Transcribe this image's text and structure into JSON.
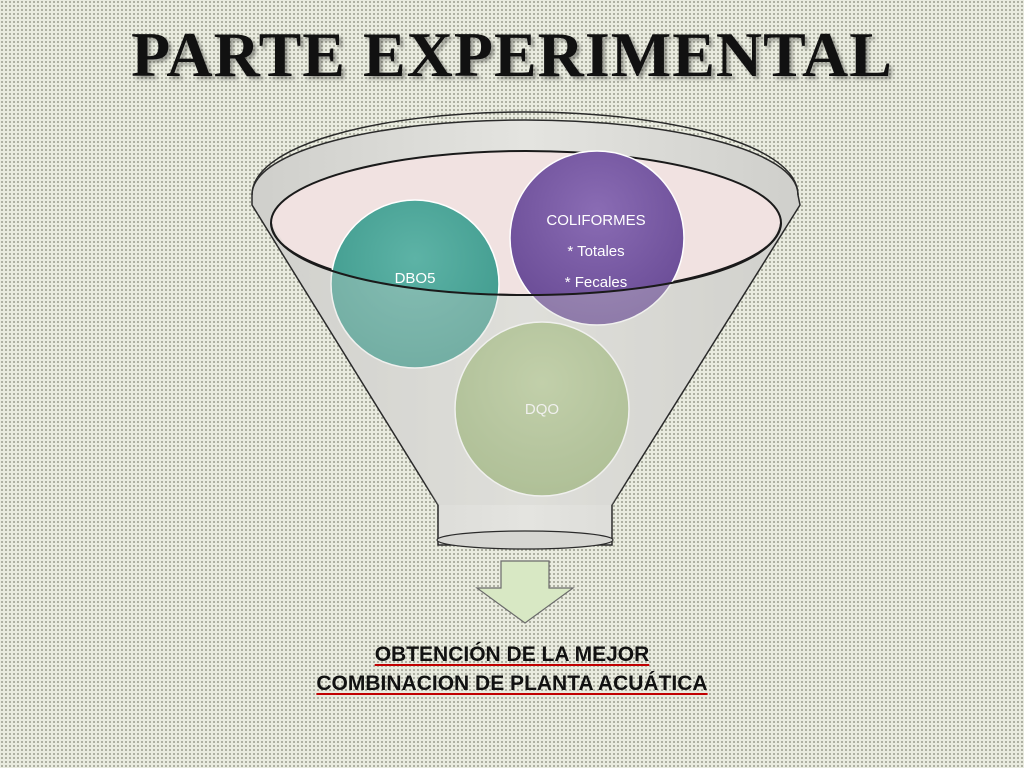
{
  "title": "PARTE EXPERIMENTAL",
  "circles": {
    "dbo5": {
      "label": "DBO5",
      "color": "#4fa89c"
    },
    "coliformes": {
      "label": "COLIFORMES",
      "line2": "* Totales",
      "line3": "* Fecales",
      "color": "#7a5aa4"
    },
    "dqo": {
      "label": "DQO",
      "color": "#a9c085"
    }
  },
  "result": {
    "line1": "OBTENCIÓN DE LA MEJOR",
    "line2": "COMBINACION DE PLANTA ACUÁTICA"
  },
  "colors": {
    "funnel_fill": "#dcdcd8",
    "funnel_inner": "#f1e2e1",
    "arrow_fill": "#d8e8c4"
  }
}
